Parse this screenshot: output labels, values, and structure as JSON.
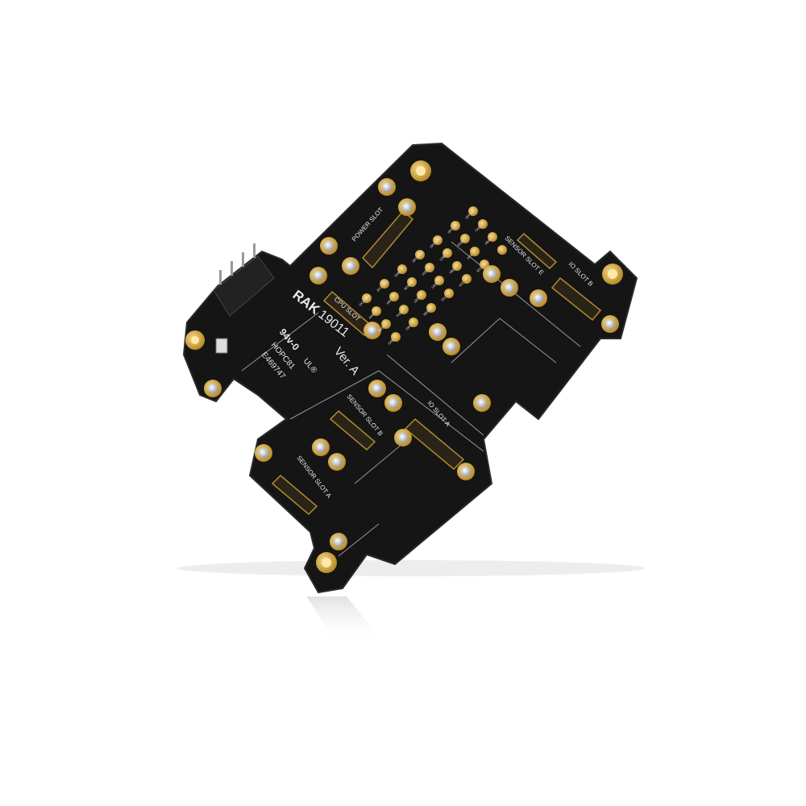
{
  "product": {
    "model_prefix": "RAK",
    "model_number": "19011",
    "version": "Ver. A",
    "cert_line1": "94v-0",
    "cert_line2": "HOPC81",
    "cert_line3": "E469747",
    "ul_mark": "UL®"
  },
  "slots": {
    "cpu": "CPU SLOT",
    "power": "POWER SLOT",
    "io_a": "IO SLOT A",
    "io_b": "IO SLOT B",
    "sensor_a": "SENSOR SLOT A",
    "sensor_b": "SENSOR SLOT B",
    "sensor_e": "SENSOR SLOT E"
  },
  "pin_labels": [
    "I2C2 SDA",
    "I2C2 SCL",
    "GND",
    "SPI MISO",
    "SPI MOSI",
    "SPI CLK",
    "SPI CS",
    "AIN0",
    "AIN1",
    "BOOT0",
    "USB+",
    "USB-",
    "RXD1",
    "TXD1",
    "RXD0",
    "TXD0",
    "LED1",
    "LED2",
    "VBUS",
    "3V3",
    "VBAT",
    "GND",
    "SW1",
    "RESET",
    "IO1",
    "IO2",
    "I2C1 SCL"
  ],
  "colors": {
    "board": "#141414",
    "gold": "#d8b048",
    "silk": "#e8e8e8"
  }
}
